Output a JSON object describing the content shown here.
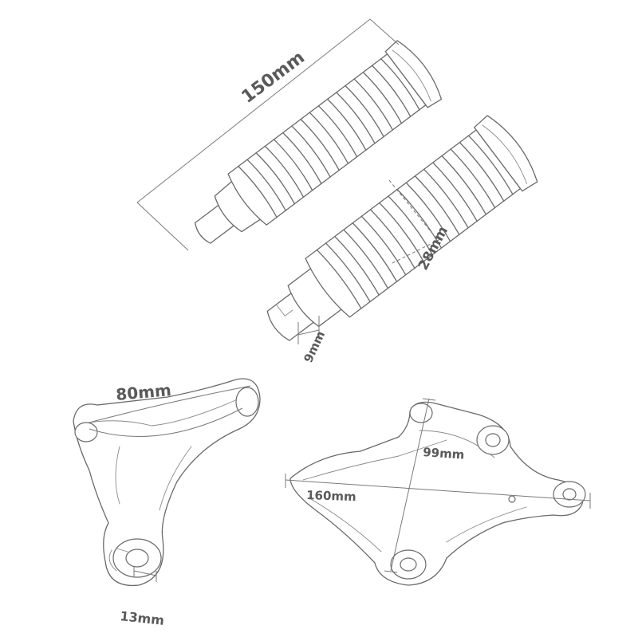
{
  "labels": {
    "peg_length": "150mm",
    "peg_diameter": "28mm",
    "peg_pin": "9mm",
    "bracket_left_width": "80mm",
    "bracket_left_hole": "13mm",
    "bracket_right_width": "160mm",
    "bracket_right_height": "99mm"
  }
}
